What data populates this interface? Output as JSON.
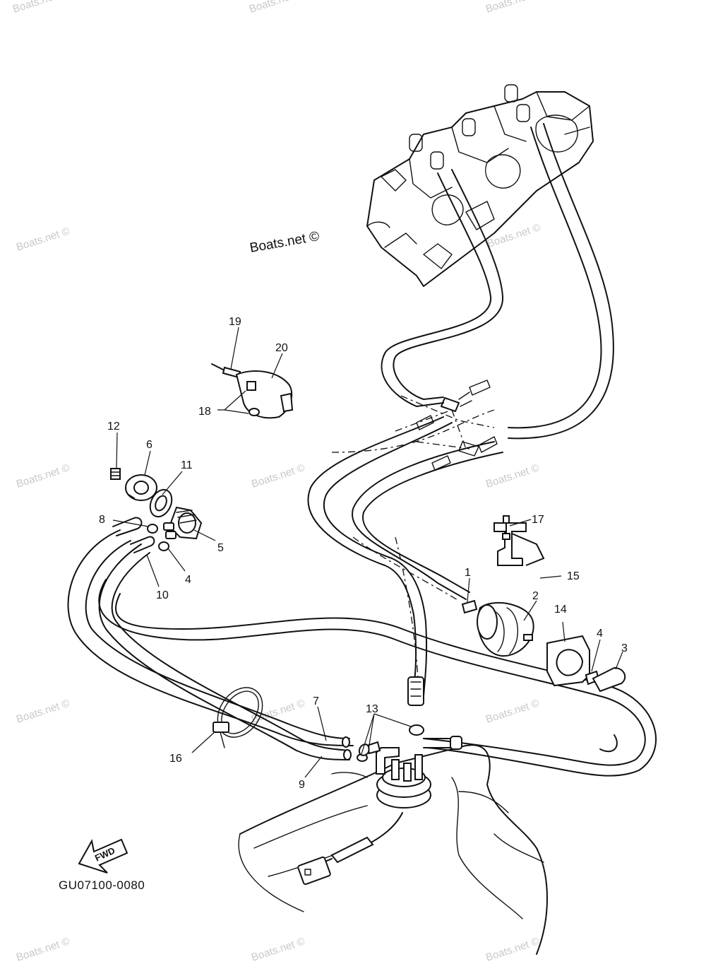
{
  "watermark": {
    "text": "Boats.net ©"
  },
  "credit": "Boats.net ©",
  "diagram_code": "GU07100-0080",
  "fwd_label": "FWD",
  "callouts": {
    "c1": "1",
    "c2": "2",
    "c3": "3",
    "c4a": "4",
    "c4b": "4",
    "c5": "5",
    "c6": "6",
    "c7": "7",
    "c8": "8",
    "c9": "9",
    "c10": "10",
    "c11": "11",
    "c12": "12",
    "c13": "13",
    "c14": "14",
    "c15": "15",
    "c16": "16",
    "c17": "17",
    "c18": "18",
    "c19": "19",
    "c20": "20"
  },
  "colors": {
    "line": "#111111",
    "watermark": "#c8c8c8",
    "background": "#ffffff"
  }
}
